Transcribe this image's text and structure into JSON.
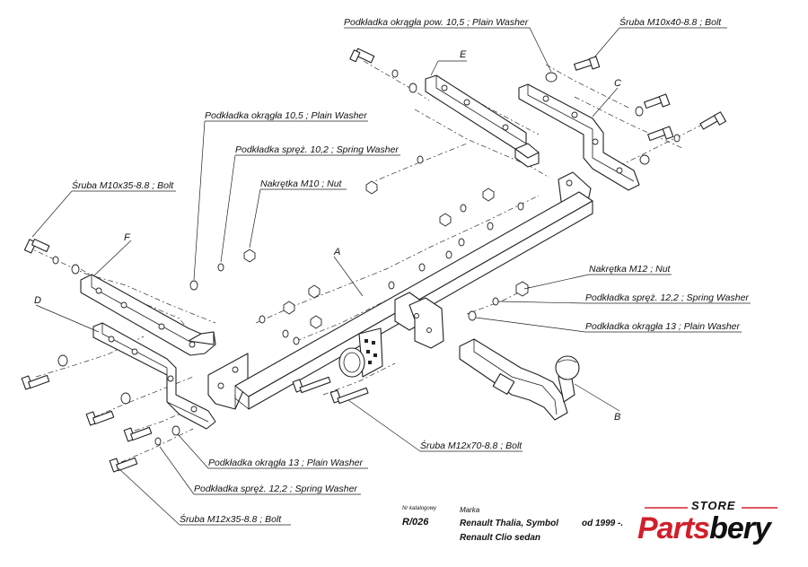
{
  "labels": {
    "washer_105_pow": "Podkładka okrągła pow. 10,5 ; Plain Washer",
    "bolt_m10x40": "Śruba M10x40-8.8 ;  Bolt",
    "washer_105": "Podkładka okrągła 10,5 ; Plain Washer",
    "spring_washer_102": "Podkładka spręż. 10,2 ; Spring Washer",
    "nut_m10": "Nakrętka  M10 ; Nut",
    "bolt_m10x35": "Śruba M10x35-8.8 ;  Bolt",
    "nut_m12": "Nakrętka  M12 ; Nut",
    "spring_washer_122_right": "Podkładka spręż. 12,2 ; Spring Washer",
    "washer_13_right": "Podkładka okrągła 13 ; Plain Washer",
    "bolt_m12x70": "Śruba M12x70-8.8 ;  Bolt",
    "washer_13_left": "Podkładka okrągła 13 ; Plain Washer",
    "spring_washer_122_left": "Podkładka spręż. 12,2 ; Spring Washer",
    "bolt_m12x35": "Śruba M12x35-8.8 ;  Bolt"
  },
  "parts": {
    "a": "A",
    "b": "B",
    "c": "C",
    "d": "D",
    "e": "E",
    "f": "F"
  },
  "catalog": {
    "nr_label": "Nr katalogowy",
    "number": "R/026",
    "marka_label": "Marka",
    "model_line1": "Renault Thalia, Symbol",
    "model_line2": "Renault Clio sedan",
    "years": "od 1999 -."
  },
  "logo": {
    "store": "STORE",
    "word_part1": "Parts",
    "word_part2": "bery",
    "colors": {
      "red": "#d0202b",
      "black": "#111111"
    }
  }
}
